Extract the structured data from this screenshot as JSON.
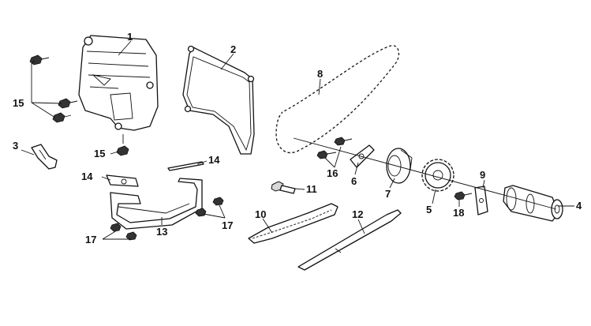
{
  "callouts": [
    {
      "id": "1",
      "text": "1"
    },
    {
      "id": "2",
      "text": "2"
    },
    {
      "id": "3",
      "text": "3"
    },
    {
      "id": "4",
      "text": "4"
    },
    {
      "id": "5",
      "text": "5"
    },
    {
      "id": "6",
      "text": "6"
    },
    {
      "id": "7",
      "text": "7"
    },
    {
      "id": "8",
      "text": "8"
    },
    {
      "id": "9",
      "text": "9"
    },
    {
      "id": "10",
      "text": "10"
    },
    {
      "id": "11",
      "text": "11"
    },
    {
      "id": "12",
      "text": "12"
    },
    {
      "id": "13",
      "text": "13"
    },
    {
      "id": "14a",
      "text": "14"
    },
    {
      "id": "14b",
      "text": "14"
    },
    {
      "id": "15a",
      "text": "15"
    },
    {
      "id": "15b",
      "text": "15"
    },
    {
      "id": "16",
      "text": "16"
    },
    {
      "id": "17a",
      "text": "17"
    },
    {
      "id": "17b",
      "text": "17"
    },
    {
      "id": "18",
      "text": "18"
    }
  ],
  "colors": {
    "ink": "#111111",
    "background": "#ffffff"
  }
}
